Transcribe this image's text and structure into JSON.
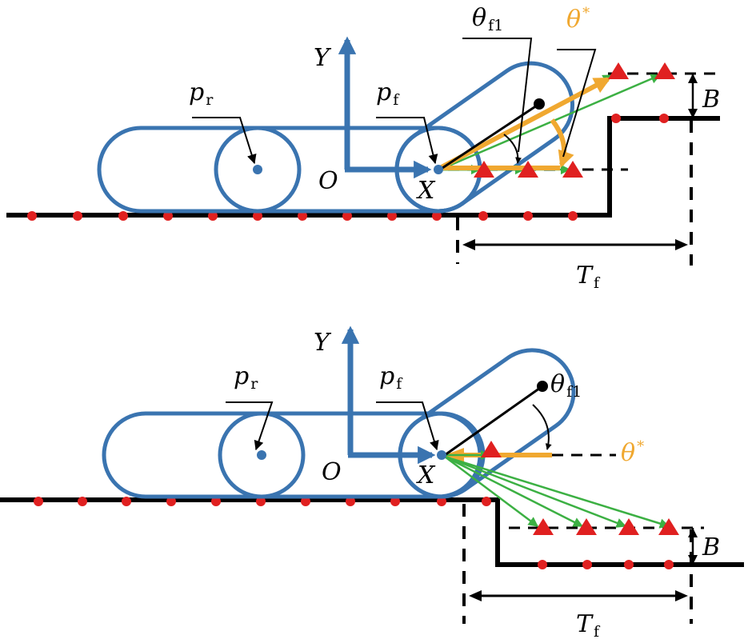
{
  "labels": {
    "y_axis": "Y",
    "origin": "O",
    "x_axis": "X",
    "p": "p",
    "rear_sub": "r",
    "front_sub": "f",
    "theta": "θ",
    "theta_f1_sub": "f1",
    "star": "*",
    "B": "B",
    "T": "T",
    "T_sub": "f"
  },
  "colors": {
    "track": "#3a74b0",
    "ground": "#000000",
    "contact_points": "#e02020",
    "target_markers": "#e02020",
    "candidate_arrows": "#3cb043",
    "optimal_angle": "#f0a830"
  },
  "panels": [
    {
      "scenario": "step-up"
    },
    {
      "scenario": "step-down"
    }
  ]
}
